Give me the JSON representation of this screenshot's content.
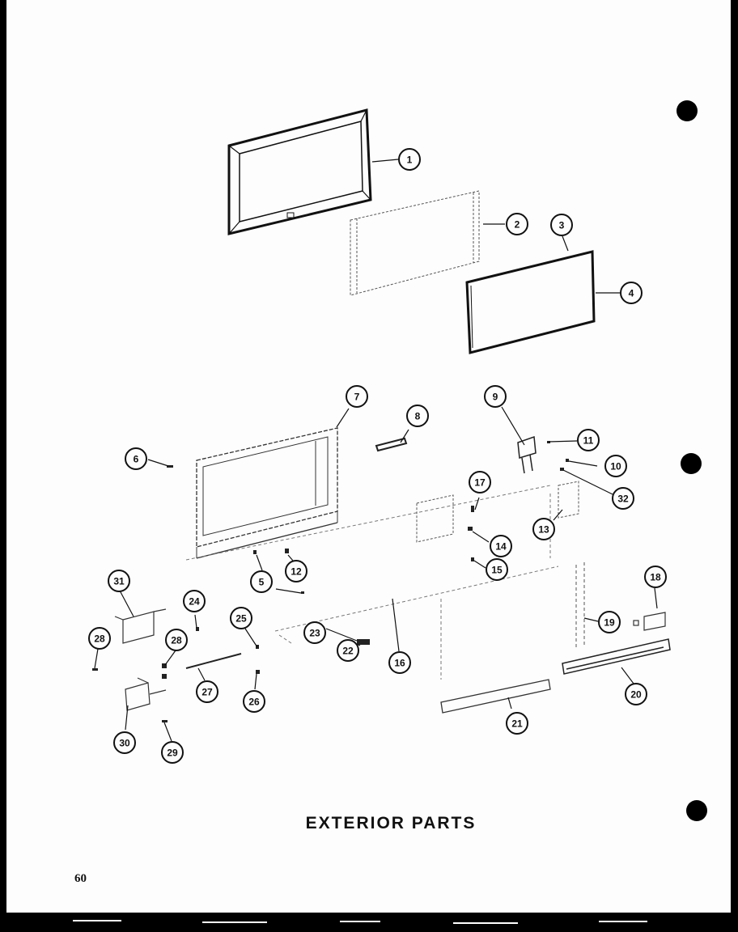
{
  "title": "EXTERIOR PARTS",
  "page_number": "60",
  "callouts": [
    {
      "id": "1",
      "label": "1"
    },
    {
      "id": "2",
      "label": "2"
    },
    {
      "id": "3",
      "label": "3"
    },
    {
      "id": "4",
      "label": "4"
    },
    {
      "id": "5",
      "label": "5"
    },
    {
      "id": "6",
      "label": "6"
    },
    {
      "id": "7",
      "label": "7"
    },
    {
      "id": "8",
      "label": "8"
    },
    {
      "id": "9",
      "label": "9"
    },
    {
      "id": "10",
      "label": "10"
    },
    {
      "id": "11",
      "label": "11"
    },
    {
      "id": "12",
      "label": "12"
    },
    {
      "id": "13",
      "label": "13"
    },
    {
      "id": "14",
      "label": "14"
    },
    {
      "id": "15",
      "label": "15"
    },
    {
      "id": "16",
      "label": "16"
    },
    {
      "id": "17",
      "label": "17"
    },
    {
      "id": "18",
      "label": "18"
    },
    {
      "id": "19",
      "label": "19"
    },
    {
      "id": "20",
      "label": "20"
    },
    {
      "id": "21",
      "label": "21"
    },
    {
      "id": "22",
      "label": "22"
    },
    {
      "id": "23",
      "label": "23"
    },
    {
      "id": "24",
      "label": "24"
    },
    {
      "id": "25",
      "label": "25"
    },
    {
      "id": "26",
      "label": "26"
    },
    {
      "id": "27",
      "label": "27"
    },
    {
      "id": "28a",
      "label": "28"
    },
    {
      "id": "28b",
      "label": "28"
    },
    {
      "id": "29",
      "label": "29"
    },
    {
      "id": "30",
      "label": "30"
    },
    {
      "id": "31",
      "label": "31"
    },
    {
      "id": "32",
      "label": "32"
    }
  ]
}
